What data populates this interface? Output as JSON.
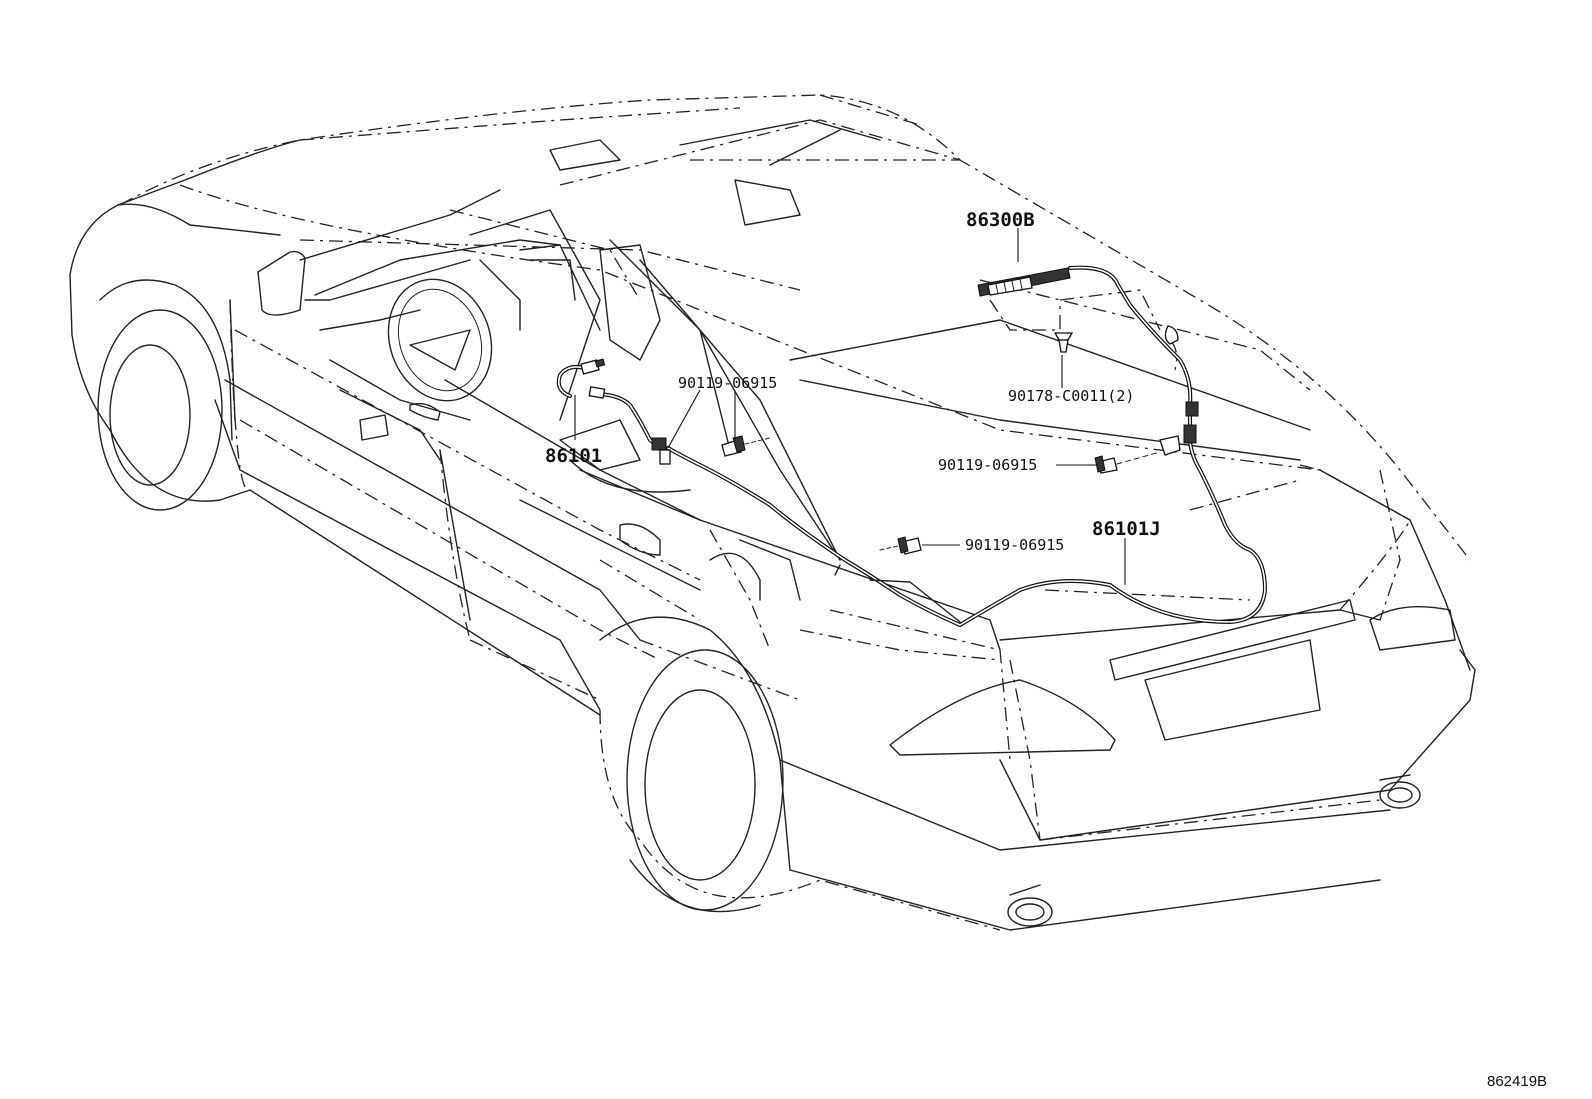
{
  "labels": {
    "antenna": "86300B",
    "clip": "90178-C0011(2)",
    "bolt_front": "90119-06915",
    "bolt_right": "90119-06915",
    "bolt_lower": "90119-06915",
    "front_cable": "86101",
    "rear_cable": "86101J"
  },
  "reference_code": "862419B"
}
